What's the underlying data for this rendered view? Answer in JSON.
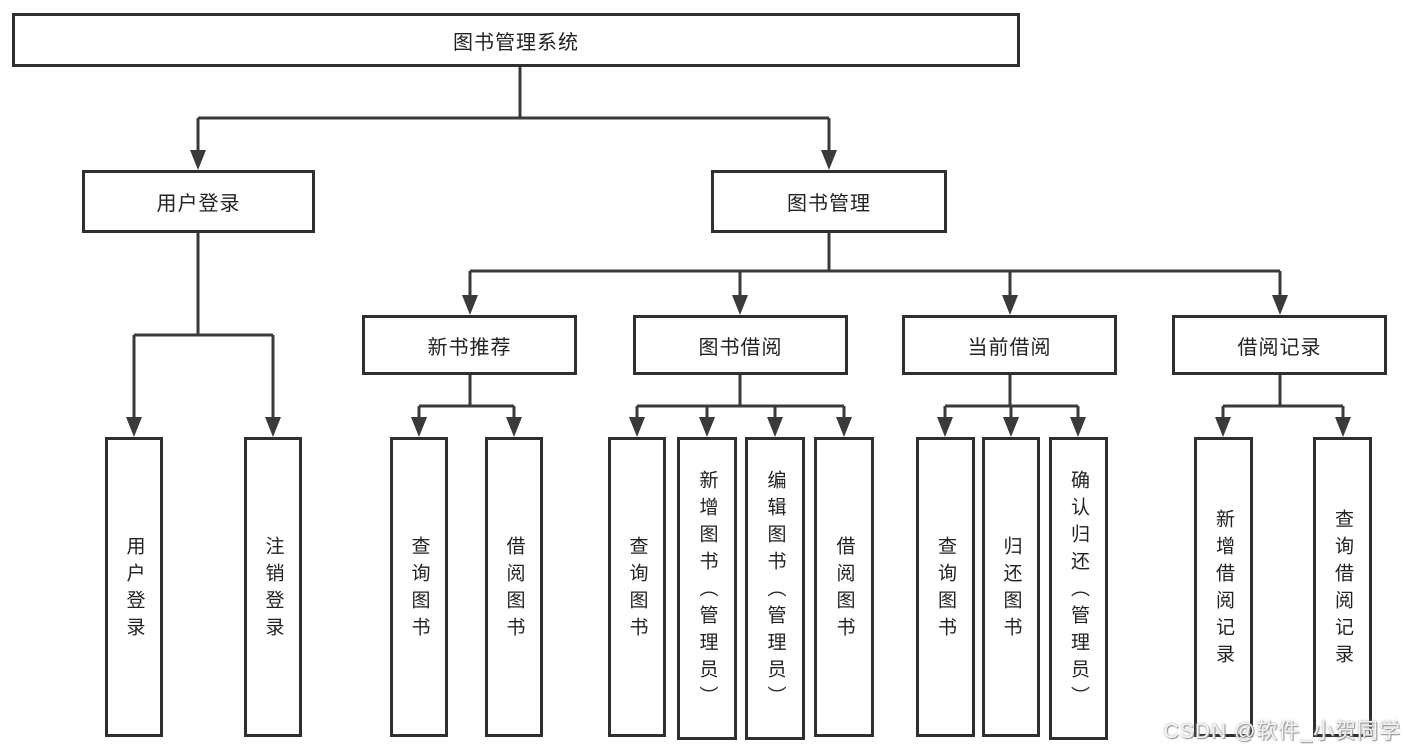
{
  "diagram": {
    "title": "图书管理系统",
    "tree": {
      "root": "图书管理系统",
      "branches": [
        {
          "label": "用户登录",
          "children": [
            "用户登录",
            "注销登录"
          ]
        },
        {
          "label": "图书管理",
          "sections": [
            {
              "label": "新书推荐",
              "children": [
                "查询图书",
                "借阅图书"
              ]
            },
            {
              "label": "图书借阅",
              "children": [
                "查询图书",
                "新增图书（管理员）",
                "编辑图书（管理员）",
                "借阅图书"
              ]
            },
            {
              "label": "当前借阅",
              "children": [
                "查询图书",
                "归还图书",
                "确认归还（管理员）"
              ]
            },
            {
              "label": "借阅记录",
              "children": [
                "新增借阅记录",
                "查询借阅记录"
              ]
            }
          ]
        }
      ]
    },
    "watermark": "CSDN @软件_小贺同学",
    "colors": {
      "line": "#3a3a3a",
      "box_border": "#2f2f2f",
      "text": "#222222",
      "background": "#ffffff",
      "watermark_text": "#f5f5f5"
    }
  }
}
